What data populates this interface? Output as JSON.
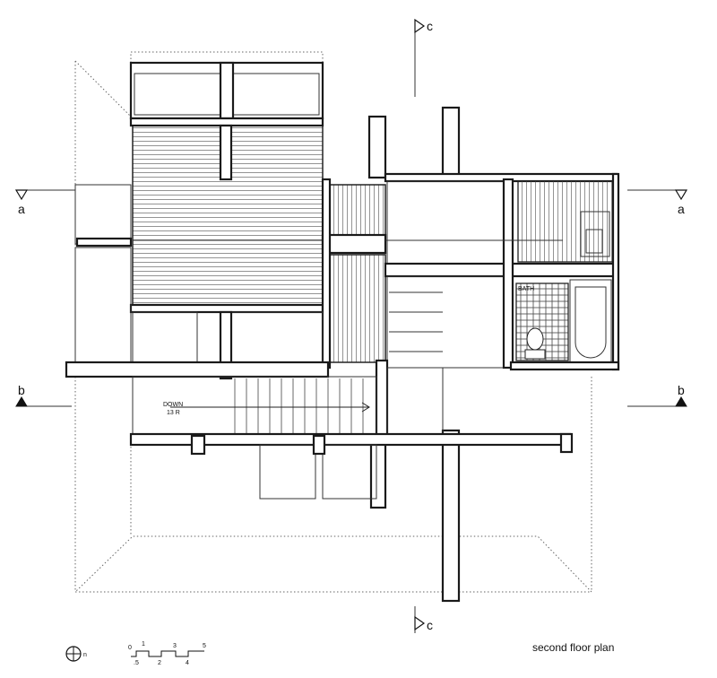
{
  "section_markers": {
    "a": "a",
    "b": "b",
    "c": "c"
  },
  "stair_note": {
    "direction": "DOWN",
    "risers": "13 R"
  },
  "room_labels": {
    "bath": "BATH"
  },
  "north_arrow": {
    "letter": "n"
  },
  "scale_bar": {
    "ticks": [
      "0",
      "1",
      "2",
      "3",
      "4",
      "5"
    ],
    "half": ".5"
  },
  "plan_title": "second floor plan"
}
